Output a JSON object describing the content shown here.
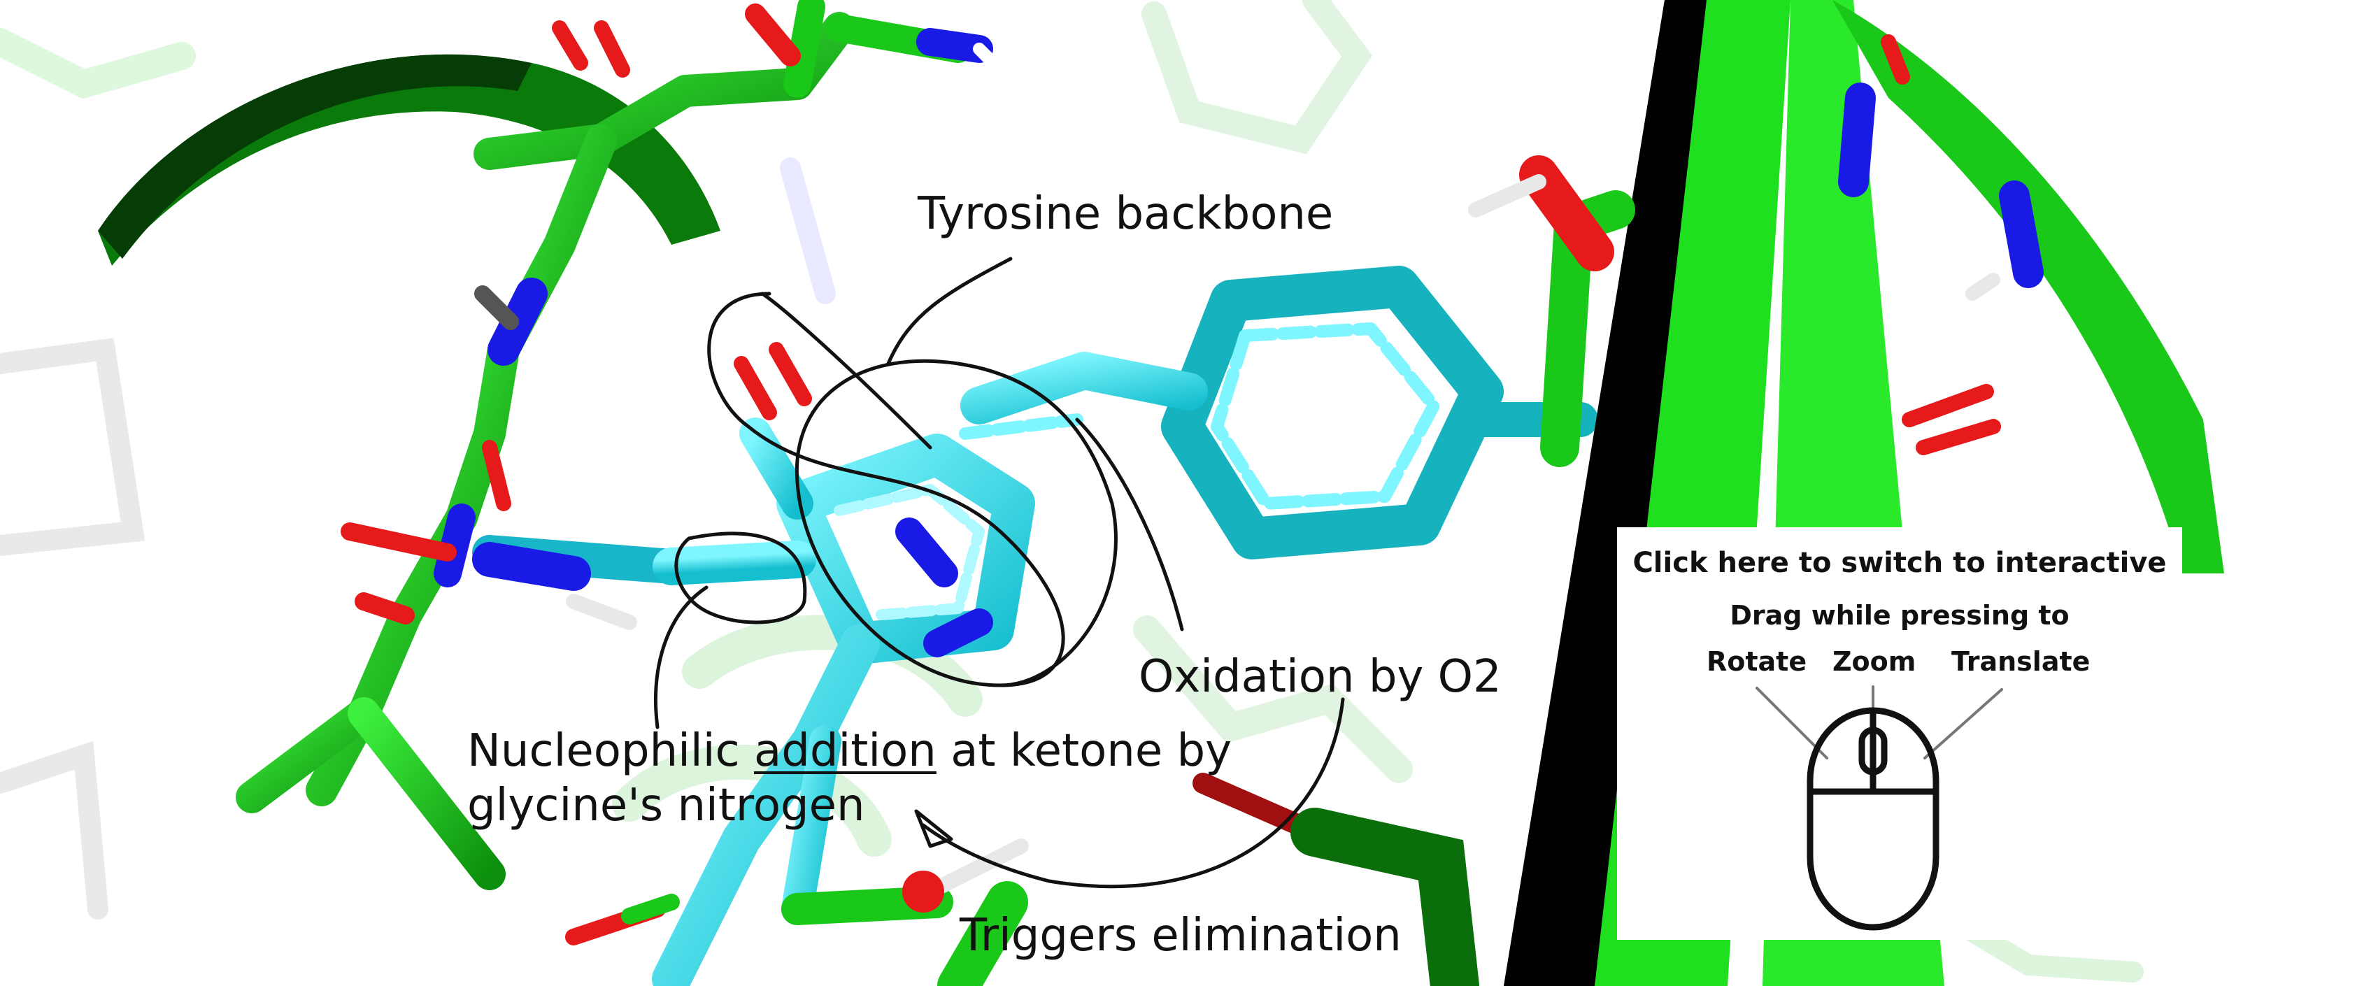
{
  "annotations": {
    "tyrosine": "Tyrosine backbone",
    "oxidation": "Oxidation by O2",
    "nucleophilic_pre": "Nucleophilic ",
    "nucleophilic_underlined": "addition",
    "nucleophilic_post": " at ketone by",
    "nucleophilic_line2": "glycine's nitrogen",
    "triggers": "Triggers elimination"
  },
  "help_panel": {
    "title": "Click here to switch to interactive",
    "instruction": "Drag while pressing to",
    "controls": [
      "Rotate",
      "Zoom",
      "Translate"
    ]
  },
  "colors": {
    "carbon_green": "#19c819",
    "dark_green": "#0f7a0f",
    "chromophore_cyan": "#2de6f0",
    "nitrogen_blue": "#1a1ae6",
    "oxygen_red": "#e61a1a"
  }
}
